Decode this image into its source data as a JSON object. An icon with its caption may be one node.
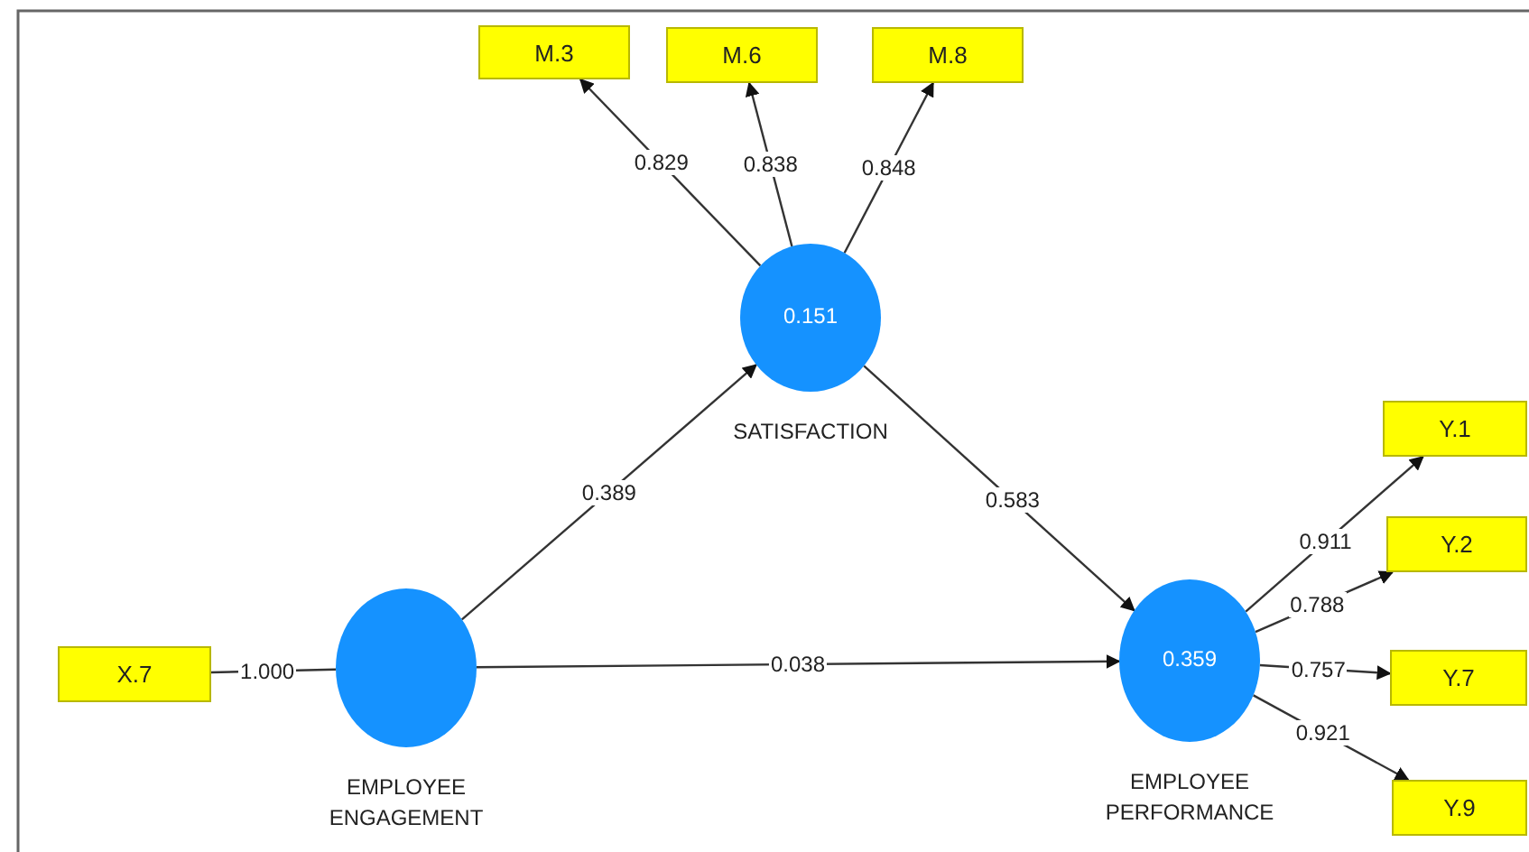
{
  "diagram": {
    "nodes": [
      {
        "text": [
          "M.3"
        ]
      },
      {
        "text": [
          "M.6"
        ]
      },
      {
        "text": [
          "M.8"
        ]
      },
      {
        "text": [
          "0.151",
          "SATISFACTION"
        ]
      },
      {
        "text": [
          "EMPLOYEE ENGAGEMENT"
        ]
      },
      {
        "text": [
          "X.7"
        ]
      },
      {
        "text": [
          "0.359",
          "EMPLOYEE PERFORMANCE"
        ]
      },
      {
        "text": [
          "Y.1"
        ]
      },
      {
        "text": [
          "Y.2"
        ]
      },
      {
        "text": [
          "Y.7"
        ]
      },
      {
        "text": [
          "Y.9"
        ]
      }
    ],
    "edges": [
      {
        "from": 3,
        "to": 0,
        "arrow": "to",
        "label": "0.829"
      },
      {
        "from": 3,
        "to": 1,
        "arrow": "to",
        "label": "0.838"
      },
      {
        "from": 3,
        "to": 2,
        "arrow": "to",
        "label": "0.848"
      },
      {
        "from": 4,
        "to": 3,
        "arrow": "to",
        "label": "0.389"
      },
      {
        "from": 3,
        "to": 6,
        "arrow": "to",
        "label": "0.583"
      },
      {
        "from": 5,
        "to": 4,
        "arrow": "none",
        "label": "1.000"
      },
      {
        "from": 4,
        "to": 6,
        "arrow": "to",
        "label": "0.038"
      },
      {
        "from": 6,
        "to": 7,
        "arrow": "to",
        "label": "0.911"
      },
      {
        "from": 6,
        "to": 8,
        "arrow": "to",
        "label": "0.788"
      },
      {
        "from": 6,
        "to": 9,
        "arrow": "to",
        "label": "0.757"
      },
      {
        "from": 6,
        "to": 10,
        "arrow": "to",
        "label": "0.921"
      }
    ]
  }
}
